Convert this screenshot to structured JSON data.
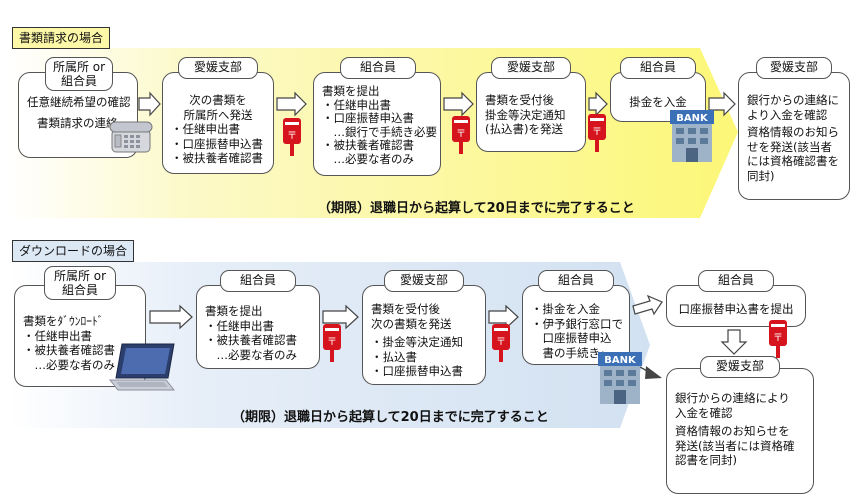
{
  "section1": {
    "label": "書類請求の場合",
    "deadline": "（期限）退職日から起算して20日までに完了すること",
    "nodes": [
      {
        "header": "所属所 or\n組合員",
        "lines": [
          "任意継続希望の確認",
          "書類請求の連絡"
        ]
      },
      {
        "header": "愛媛支部",
        "lines": [
          "次の書類を",
          "所属所へ発送",
          "・任継申出書",
          "・口座振替申込書",
          "・被扶養者確認書"
        ]
      },
      {
        "header": "組合員",
        "lines": [
          "書類を提出",
          "・任継申出書",
          "・口座振替申込書",
          "　…銀行で手続き必要",
          "・被扶養者確認書",
          "　…必要な者のみ"
        ]
      },
      {
        "header": "愛媛支部",
        "lines": [
          "書類を受付後",
          "掛金等決定通知",
          "(払込書)を発送"
        ]
      },
      {
        "header": "組合員",
        "lines": [
          "掛金を入金"
        ]
      },
      {
        "header": "愛媛支部",
        "lines": [
          "銀行からの連絡に",
          "より入金を確認",
          "資格情報のお知ら",
          "せを発送(該当者",
          "には資格確認書を",
          "同封)"
        ]
      }
    ]
  },
  "section2": {
    "label": "ダウンロードの場合",
    "deadline": "（期限）退職日から起算して20日までに完了すること",
    "nodes": [
      {
        "header": "所属所 or\n組合員",
        "lines": [
          "書類をﾀﾞｳﾝﾛｰﾄﾞ",
          "・任継申出書",
          "・被扶養者確認書",
          "　…必要な者のみ"
        ]
      },
      {
        "header": "組合員",
        "lines": [
          "書類を提出",
          "・任継申出書",
          "・被扶養者確認書",
          "　…必要な者のみ"
        ]
      },
      {
        "header": "愛媛支部",
        "lines": [
          "書類を受付後",
          "次の書類を発送",
          "・掛金等決定通知",
          "・払込書",
          "・口座振替申込書"
        ]
      },
      {
        "header": "組合員",
        "lines": [
          "・掛金を入金",
          "・伊予銀行窓口で",
          "　口座振替申込",
          "　書の手続き"
        ]
      },
      {
        "header": "組合員",
        "lines": [
          "口座振替申込書を提出"
        ]
      },
      {
        "header": "愛媛支部",
        "lines": [
          "銀行からの連絡により",
          "入金を確認",
          "資格情報のお知らせを",
          "発送(該当者には資格確",
          "認書を同封)"
        ]
      }
    ]
  },
  "icons": {
    "bank_text": "BANK",
    "postbox_symbol": "〒"
  },
  "colors": {
    "band1": "#fdfbb8",
    "band1_edge": "#ffffff",
    "band2": "#dbe6f4",
    "arrow": "#444444",
    "postbox": "#d6141e"
  }
}
